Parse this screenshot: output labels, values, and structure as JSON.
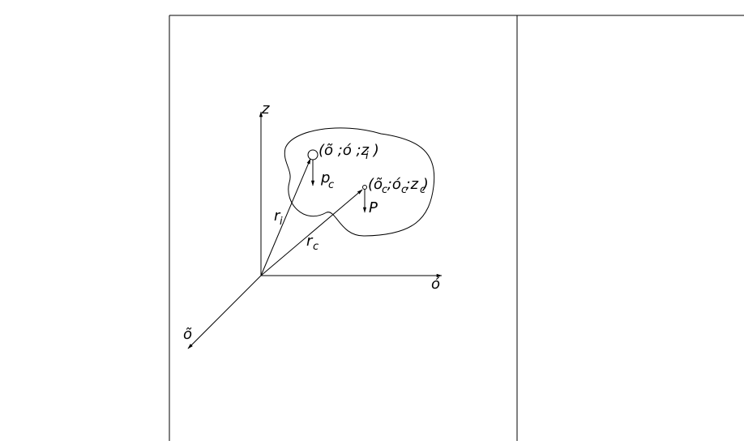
{
  "diagram": {
    "axis_z_label": "z",
    "axis_x_label": "õ",
    "axis_y_label": "ó",
    "point_i_label": "(õ ;ó ;z )",
    "point_i_sub": "i",
    "point_c_label": "(õ ;ó ;z )",
    "point_c_sub_x": "c",
    "point_c_sub_y": "c",
    "point_c_sub_z": "c",
    "force_i_label": "p",
    "force_i_sub": "c",
    "force_c_label": "P",
    "vector_i_label": "r",
    "vector_i_sub": "i",
    "vector_c_label": "r",
    "vector_c_sub": "c"
  }
}
